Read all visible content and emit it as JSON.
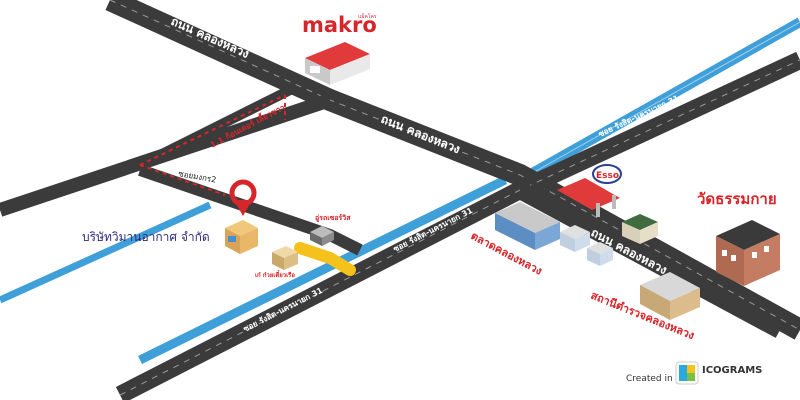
{
  "roads": {
    "upper_main": "ถนน คลองหลวง",
    "middle_main": "ถนน คลองหลวง",
    "right_main": "ถนน คลองหลวง",
    "soi_left": "ซอย รังสิต-นครนายก 31",
    "soi_mid": "ซอย รังสิต-นครนายก 31",
    "soi_right": "ซอย รังสิต-นครนายก 31",
    "soi_side": "ซอยมงกร2"
  },
  "landmarks": {
    "makro": "makro",
    "makro_small": "แม็คโคร",
    "seven_eleven": "1.1 ก้อนเตอร์ เลี้ยวขวา",
    "company": "บริษัทวิมานอากาศ จำกัด",
    "service_center": "อู่รถเซอร์วิส",
    "restaurant": "เก๋ ก๋วยเตี๋ยวเรือ",
    "market": "ตลาดคลองหลวง",
    "esso": "Esso",
    "police": "สถานีตำรวจคลองหลวง",
    "temple": "วัดธรรมกาย"
  },
  "branding": {
    "created_in": "Created in",
    "brand": "ICOGRAMS"
  },
  "colors": {
    "road": "#3b3b3b",
    "canal": "#3f9fd8",
    "accent_red": "#d7262b",
    "navy": "#2f2a7a",
    "highlight_yellow": "#f4c21a"
  }
}
